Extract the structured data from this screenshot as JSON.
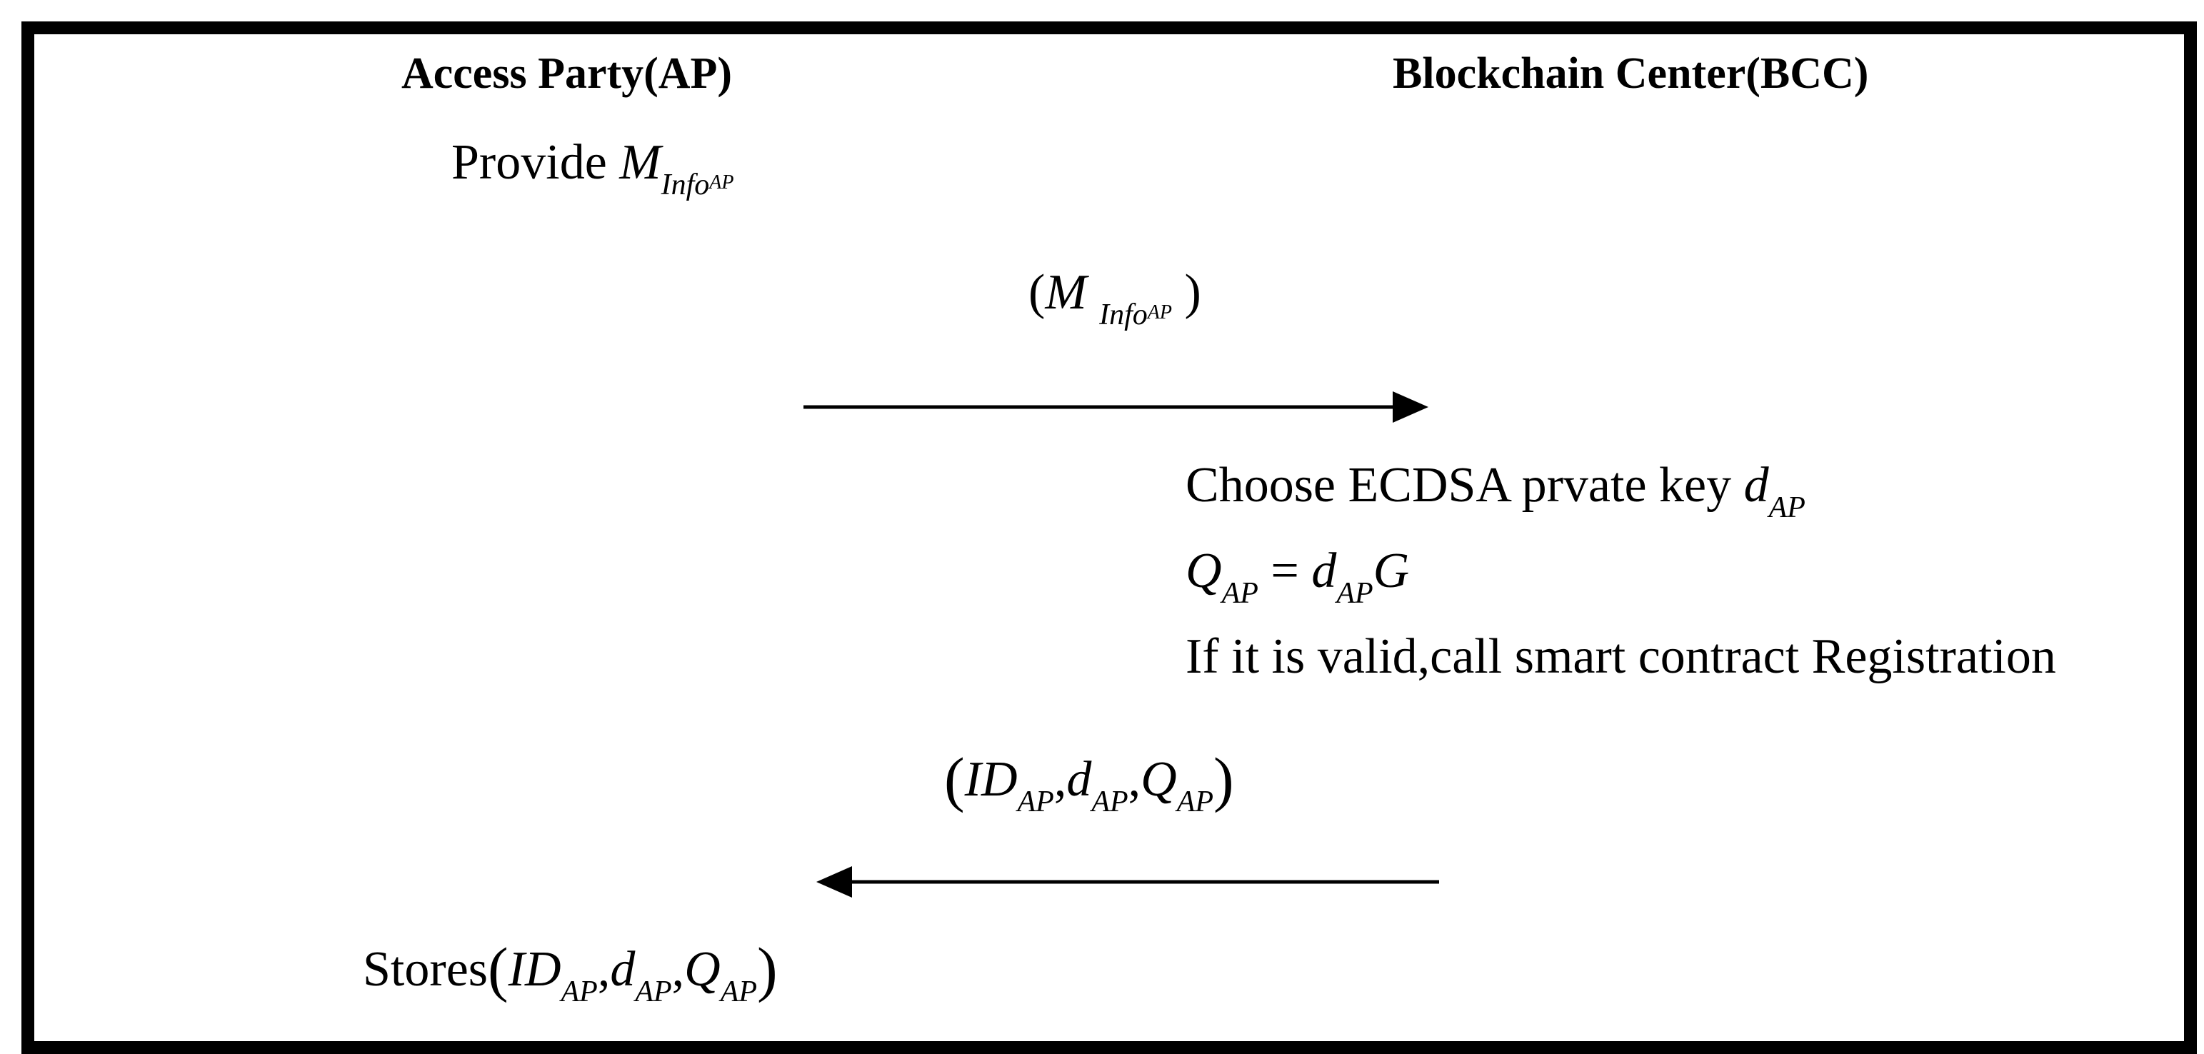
{
  "parties": {
    "ap": {
      "name": "Access Party(AP)"
    },
    "bcc": {
      "name": "Blockchain Center(BCC)"
    }
  },
  "steps": {
    "provide": {
      "prefix": "Provide",
      "var": "M",
      "sub": "Info",
      "subsub": "AP"
    },
    "message1": {
      "var": "M",
      "sub": "Info",
      "subsub": "AP"
    },
    "choose_key": {
      "text": "Choose ECDSA prvate key",
      "var": "d",
      "sub": "AP"
    },
    "equation": {
      "lhs": "Q",
      "lhs_sub": "AP",
      "eq": "=",
      "rhs": "d",
      "rhs_sub": "AP",
      "rhs_tail": "G"
    },
    "validate": {
      "text": "If it is valid,call smart contract Registration"
    },
    "message2": {
      "id": "ID",
      "id_sub": "AP",
      "d": "d",
      "d_sub": "AP",
      "q": "Q",
      "q_sub": "AP"
    },
    "stores": {
      "prefix": "Stores",
      "id": "ID",
      "id_sub": "AP",
      "d": "d",
      "d_sub": "AP",
      "q": "Q",
      "q_sub": "AP"
    }
  },
  "colors": {
    "ink": "#000000",
    "background": "#ffffff"
  }
}
